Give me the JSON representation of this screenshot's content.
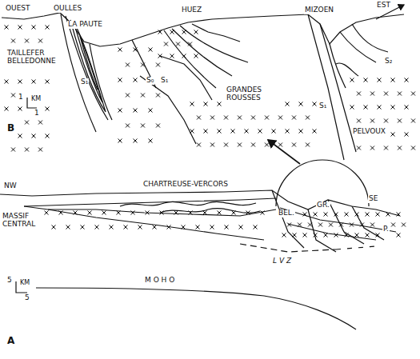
{
  "diagram": {
    "labels": [
      "OUEST",
      "OULLES",
      "LA PAUTE",
      "HUEZ",
      "MIZOEN",
      "EST",
      "TAILLEFER BELLEDONNE",
      "S₁",
      "S₀",
      "S₁",
      "GRANDES ROUSSES",
      "S₂",
      "S₁",
      "PELVOUX",
      "1",
      "KM",
      "1",
      "B",
      "NW",
      "MASSIF CENTRAL",
      "CHARTREUSE-VERCORS",
      "BEL.",
      "GR.",
      "SE",
      "P.",
      "L V Z",
      "5",
      "KM",
      "5",
      "M O H O",
      "A"
    ]
  }
}
